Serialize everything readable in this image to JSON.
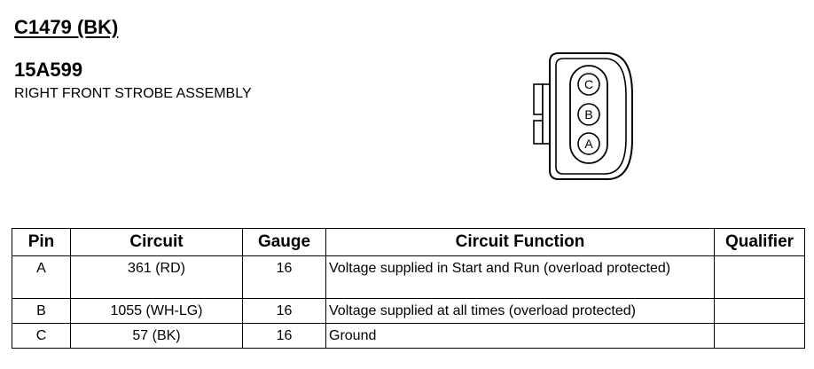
{
  "header": {
    "connector_id": "C1479 (BK)",
    "part_number": "15A599",
    "description": "RIGHT FRONT STROBE ASSEMBLY"
  },
  "connector": {
    "cavities": [
      "C",
      "B",
      "A"
    ]
  },
  "table": {
    "columns": [
      "Pin",
      "Circuit",
      "Gauge",
      "Circuit Function",
      "Qualifier"
    ],
    "rows": [
      {
        "pin": "A",
        "circuit": "361 (RD)",
        "gauge": "16",
        "function": "Voltage supplied in Start and Run (overload protected)",
        "qualifier": ""
      },
      {
        "pin": "B",
        "circuit": "1055 (WH-LG)",
        "gauge": "16",
        "function": "Voltage supplied at all times (overload protected)",
        "qualifier": ""
      },
      {
        "pin": "C",
        "circuit": "57 (BK)",
        "gauge": "16",
        "function": "Ground",
        "qualifier": ""
      }
    ]
  }
}
